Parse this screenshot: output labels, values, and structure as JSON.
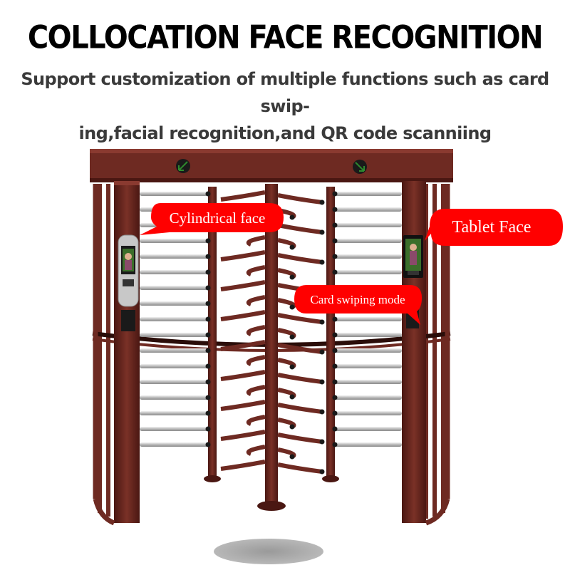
{
  "header": {
    "title": "COLLOCATION FACE RECOGNITION",
    "subtitle_line1": "Support customization of multiple functions such as card swip-",
    "subtitle_line2": "ing,facial recognition,and QR code scanniing"
  },
  "callouts": {
    "cylindrical": "Cylindrical face",
    "tablet": "Tablet Face",
    "card": "Card swiping mode"
  },
  "colors": {
    "frame": "#6e2a22",
    "frame_dark": "#4a1712",
    "bar": "#c9c9c9",
    "callout": "#ff0000",
    "indicator": "#1f6e1f"
  }
}
